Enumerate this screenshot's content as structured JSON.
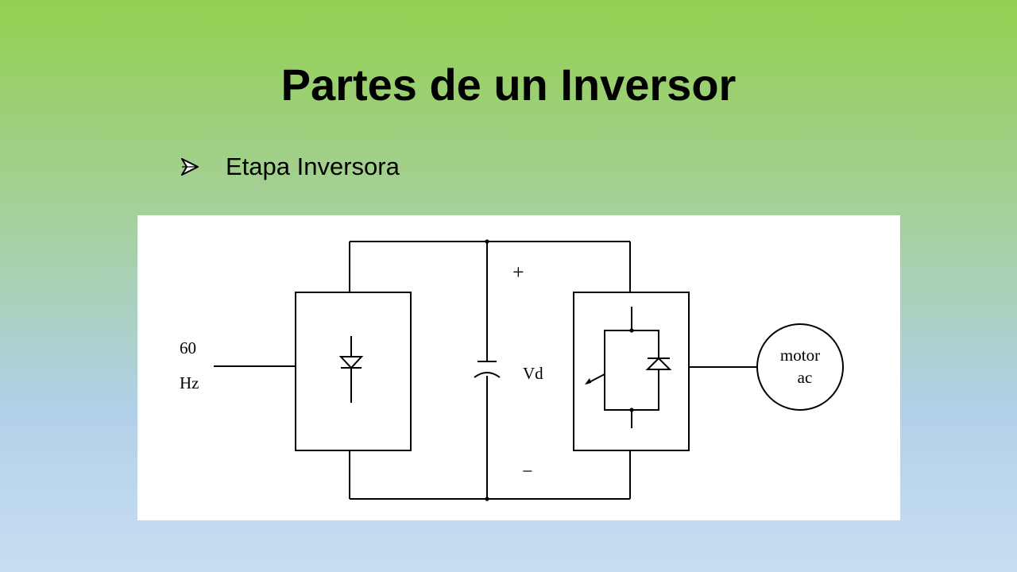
{
  "slide": {
    "title": "Partes de un Inversor",
    "bullet": "Etapa Inversora"
  },
  "diagram": {
    "input_label_line1": "60",
    "input_label_line2": "Hz",
    "plus_label": "+",
    "minus_label": "−",
    "voltage_label": "Vd",
    "motor_label_line1": "motor",
    "motor_label_line2": "ac"
  },
  "icons": {
    "bullet": "arrowhead-bullet-icon"
  }
}
